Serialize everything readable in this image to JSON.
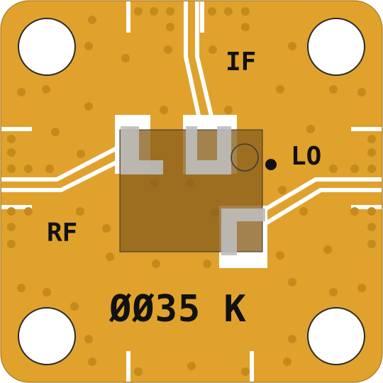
{
  "labels": {
    "if_port": "IF",
    "lo_port": "LO",
    "rf_port": "RF",
    "part_marking": "ØØ35 K"
  },
  "colors": {
    "substrate": "#e0a22c",
    "trace": "#ffffff",
    "via": "#c58a1c",
    "chip": "#8a5f1c",
    "pad": "#bdbdbd",
    "text": "#111111"
  },
  "icons": {
    "mounting_hole": "circle",
    "pin1_marker": "dot"
  }
}
